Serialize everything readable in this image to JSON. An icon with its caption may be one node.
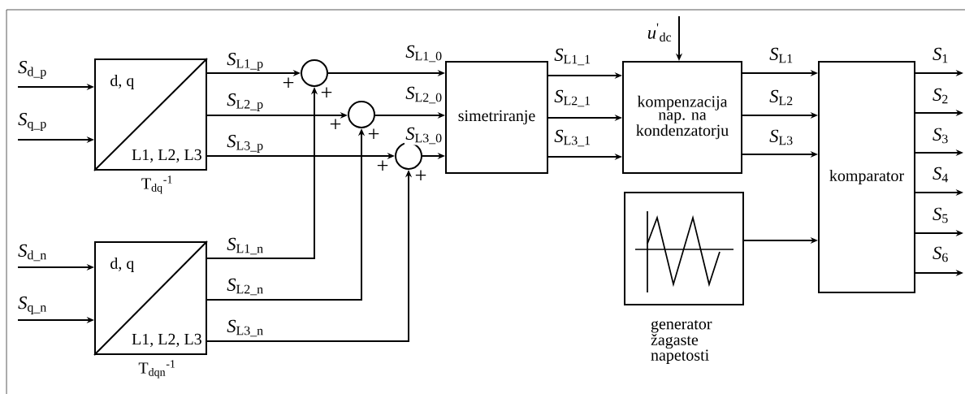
{
  "diagram": {
    "nodes": [
      {
        "text": [
          "d, q",
          "L1, L2, L3",
          "T$_{dq}$$^{-1}$"
        ]
      },
      {
        "text": [
          "d, q",
          "L1, L2, L3",
          "T$_{dqn}$$^{-1}$"
        ]
      },
      {
        "text": [],
        "shape": "circle",
        "beside": [
          "+",
          "+"
        ]
      },
      {
        "text": [],
        "shape": "circle",
        "beside": [
          "+",
          "+"
        ]
      },
      {
        "text": [],
        "shape": "circle",
        "beside": [
          "+",
          "+"
        ]
      },
      {
        "text": [
          "simetriranje"
        ]
      },
      {
        "text": [
          "kompenzacija nap. na kondenzatorju"
        ]
      },
      {
        "text": [
          "generator žagaste napetosti"
        ]
      },
      {
        "text": [
          "komparator"
        ]
      }
    ],
    "edges": [
      {
        "from": null,
        "to": 0,
        "arrow": "to",
        "label": "*S*$_{d_p}$"
      },
      {
        "from": null,
        "to": 0,
        "arrow": "to",
        "label": "*S*$_{q_p}$"
      },
      {
        "from": null,
        "to": 1,
        "arrow": "to",
        "label": "*S*$_{d_n}$"
      },
      {
        "from": null,
        "to": 1,
        "arrow": "to",
        "label": "*S*$_{q_n}$"
      },
      {
        "from": 0,
        "to": 2,
        "arrow": "to",
        "label": "*S*$_{L1_p}$"
      },
      {
        "from": 0,
        "to": 3,
        "arrow": "to",
        "label": "*S*$_{L2_p}$"
      },
      {
        "from": 0,
        "to": 4,
        "arrow": "to",
        "label": "*S*$_{L3_p}$"
      },
      {
        "from": 1,
        "to": 2,
        "arrow": "to",
        "label": "*S*$_{L1_n}$"
      },
      {
        "from": 1,
        "to": 3,
        "arrow": "to",
        "label": "*S*$_{L2_n}$"
      },
      {
        "from": 1,
        "to": 4,
        "arrow": "to",
        "label": "*S*$_{L3_n}$"
      },
      {
        "from": 2,
        "to": 5,
        "arrow": "to",
        "label": "*S*$_{L1_0}$"
      },
      {
        "from": 3,
        "to": 5,
        "arrow": "to",
        "label": "*S*$_{L2_0}$"
      },
      {
        "from": 4,
        "to": 5,
        "arrow": "to",
        "label": "*S*$_{L3_0}$"
      },
      {
        "from": 5,
        "to": 6,
        "arrow": "to",
        "label": "*S*$_{L1_1}$"
      },
      {
        "from": 5,
        "to": 6,
        "arrow": "to",
        "label": "*S*$_{L2_1}$"
      },
      {
        "from": 5,
        "to": 6,
        "arrow": "to",
        "label": "*S*$_{L3_1}$"
      },
      {
        "from": null,
        "to": 6,
        "arrow": "to",
        "label": "*u*$^{'}$$_{dc}$"
      },
      {
        "from": 6,
        "to": 8,
        "arrow": "to",
        "label": "*S*$_{L1}$"
      },
      {
        "from": 6,
        "to": 8,
        "arrow": "to",
        "label": "*S*$_{L2}$"
      },
      {
        "from": 6,
        "to": 8,
        "arrow": "to",
        "label": "*S*$_{L3}$"
      },
      {
        "from": 7,
        "to": 8,
        "arrow": "to"
      },
      {
        "from": 8,
        "to": null,
        "arrow": "to",
        "label": "*S*$_{1}$"
      },
      {
        "from": 8,
        "to": null,
        "arrow": "to",
        "label": "*S*$_{2}$"
      },
      {
        "from": 8,
        "to": null,
        "arrow": "to",
        "label": "*S*$_{3}$"
      },
      {
        "from": 8,
        "to": null,
        "arrow": "to",
        "label": "*S*$_{4}$"
      },
      {
        "from": 8,
        "to": null,
        "arrow": "to",
        "label": "*S*$_{5}$"
      },
      {
        "from": 8,
        "to": null,
        "arrow": "to",
        "label": "*S*$_{6}$"
      }
    ]
  }
}
